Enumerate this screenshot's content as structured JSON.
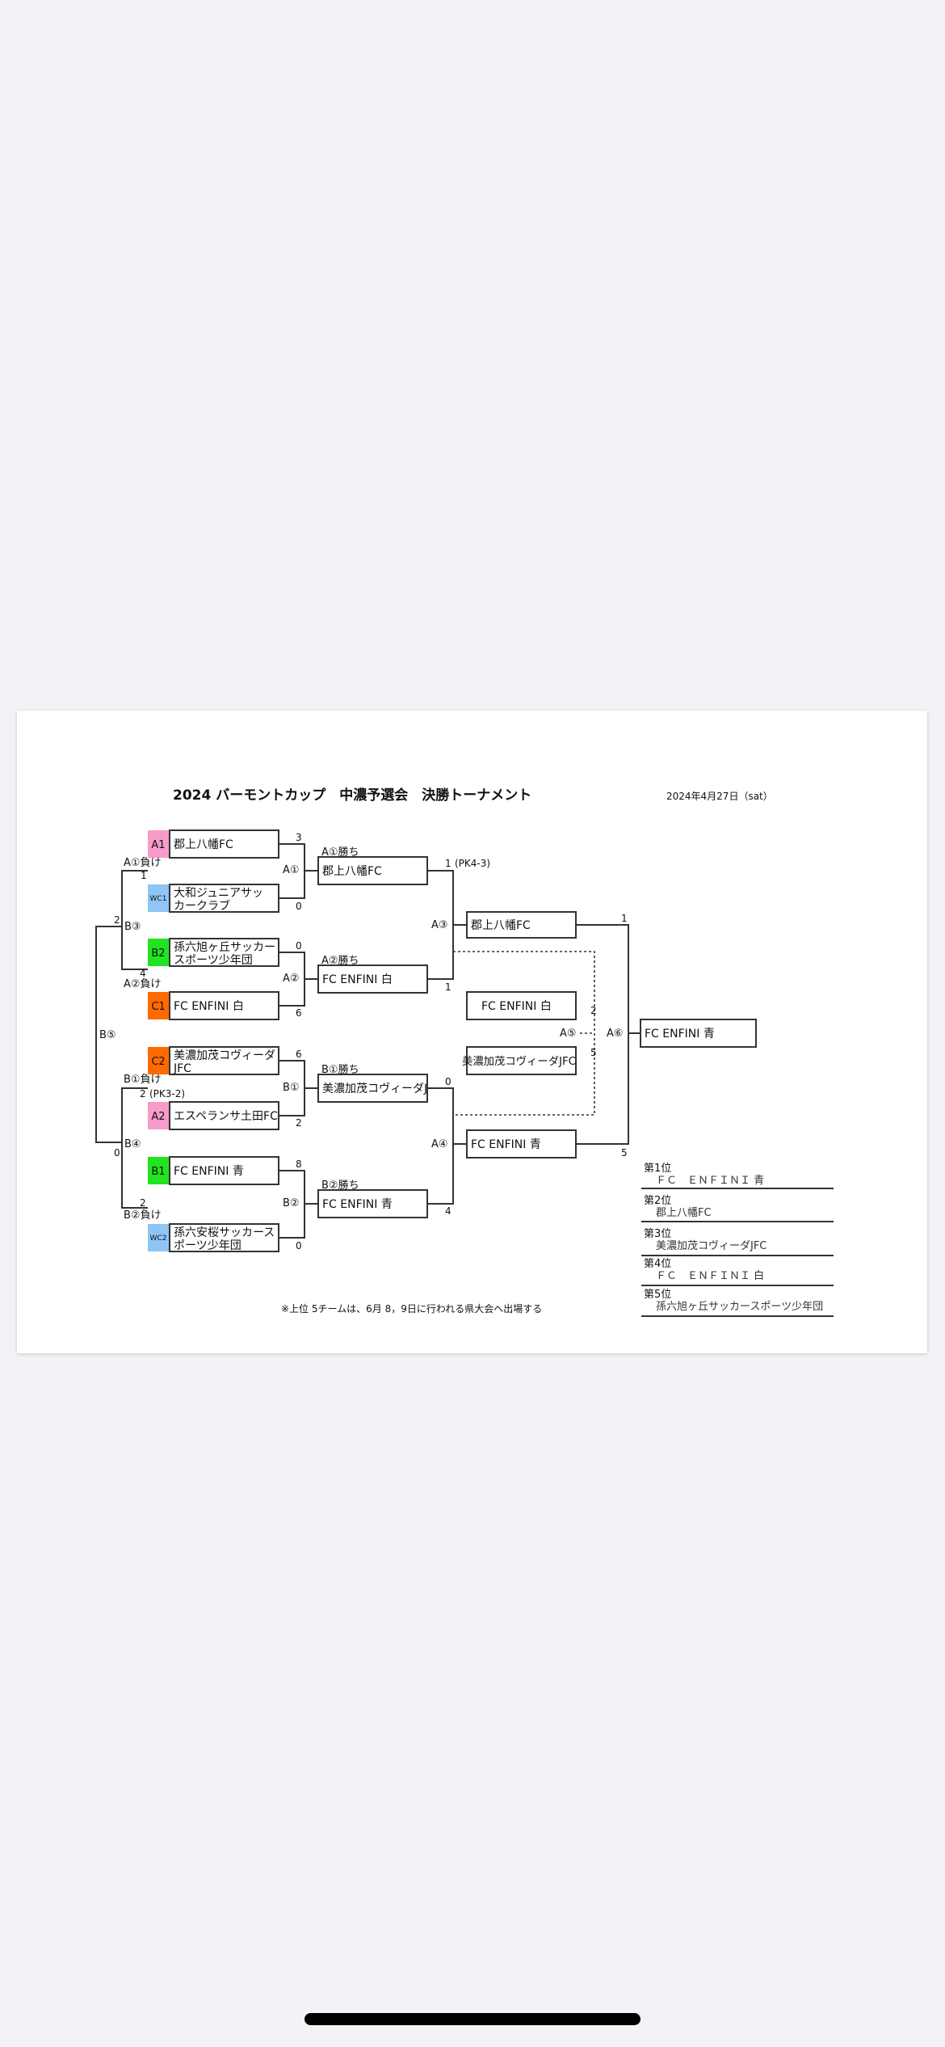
{
  "title": "2024 バーモントカップ　中濃予選会　決勝トーナメント",
  "date": "2024年4月27日（sat）",
  "note": "※上位 5チームは、6月 8，9日に行われる県大会へ出場する",
  "colors": {
    "A": "#f79bcb",
    "B": "#22e31f",
    "C": "#ff6a00",
    "WC": "#8ec5f5"
  },
  "seeds": {
    "A1": "A1",
    "WC1": "WC1",
    "B2": "B2",
    "C1": "C1",
    "C2": "C2",
    "A2": "A2",
    "B1": "B1",
    "WC2": "WC2"
  },
  "teams": {
    "t1": "郡上八幡FC",
    "t2a": "大和ジュニアサッ",
    "t2b": "カークラブ",
    "t3a": "孫六旭ヶ丘サッカー",
    "t3b": "スポーツ少年団",
    "t4": "FC  ENFINI 白",
    "t5a": "美濃加茂コヴィーダ",
    "t5b": "JFC",
    "t6": "エスペランサ土田FC",
    "t7": "FC  ENFINI 青",
    "t8a": "孫六安桜サッカース",
    "t8b": "ポーツ少年団"
  },
  "r2": {
    "a1w_label": "A①勝ち",
    "a1w": "郡上八幡FC",
    "a2w_label": "A②勝ち",
    "a2w": "FC  ENFINI 白",
    "b1w_label": "B①勝ち",
    "b1w": "美濃加茂コヴィーダJ",
    "b2w_label": "B②勝ち",
    "b2w": "FC  ENFINI 青"
  },
  "r3": {
    "a3w": "郡上八幡FC",
    "p1": "FC  ENFINI 白",
    "p2": "美濃加茂コヴィーダJFC",
    "a4w": "FC  ENFINI 青"
  },
  "final": {
    "winner": "FC  ENFINI 青"
  },
  "matches": {
    "A1": "A①",
    "A2": "A②",
    "B1": "B①",
    "B2": "B②",
    "A3": "A③",
    "A4": "A④",
    "A5": "A⑤",
    "A6": "A⑥",
    "B3": "B③",
    "B4": "B④",
    "B5": "B⑤"
  },
  "losers": {
    "a1l": "A①負け",
    "a2l": "A②負け",
    "b1l": "B①負け",
    "b2l": "B②負け"
  },
  "scores": {
    "a1_top": "3",
    "a1_bot": "0",
    "a2_top": "0",
    "a2_bot": "6",
    "b1_top": "6",
    "b1_bot": "2",
    "b2_top": "8",
    "b2_bot": "0",
    "a3_top": "1",
    "a3_pk": "(PK4-3)",
    "a3_bot": "1",
    "a4_top": "0",
    "a4_bot": "4",
    "a5_top": "2",
    "a5_bot": "5",
    "a6_top": "1",
    "a6_bot": "5",
    "b3_top": "1",
    "b3_bot": "4",
    "b4_top": "2",
    "b4_pk": "(PK3-2)",
    "b4_bot": "2",
    "b5_top": "2",
    "b5_bot": "0"
  },
  "ranking": [
    {
      "place": "第1位",
      "team": "ＦＣ　ＥＮＦＩＮＩ 青"
    },
    {
      "place": "第2位",
      "team": "郡上八幡FC"
    },
    {
      "place": "第3位",
      "team": "美濃加茂コヴィーダJFC"
    },
    {
      "place": "第4位",
      "team": "ＦＣ　ＥＮＦＩＮＩ 白"
    },
    {
      "place": "第5位",
      "team": "孫六旭ヶ丘サッカースポーツ少年団"
    }
  ]
}
